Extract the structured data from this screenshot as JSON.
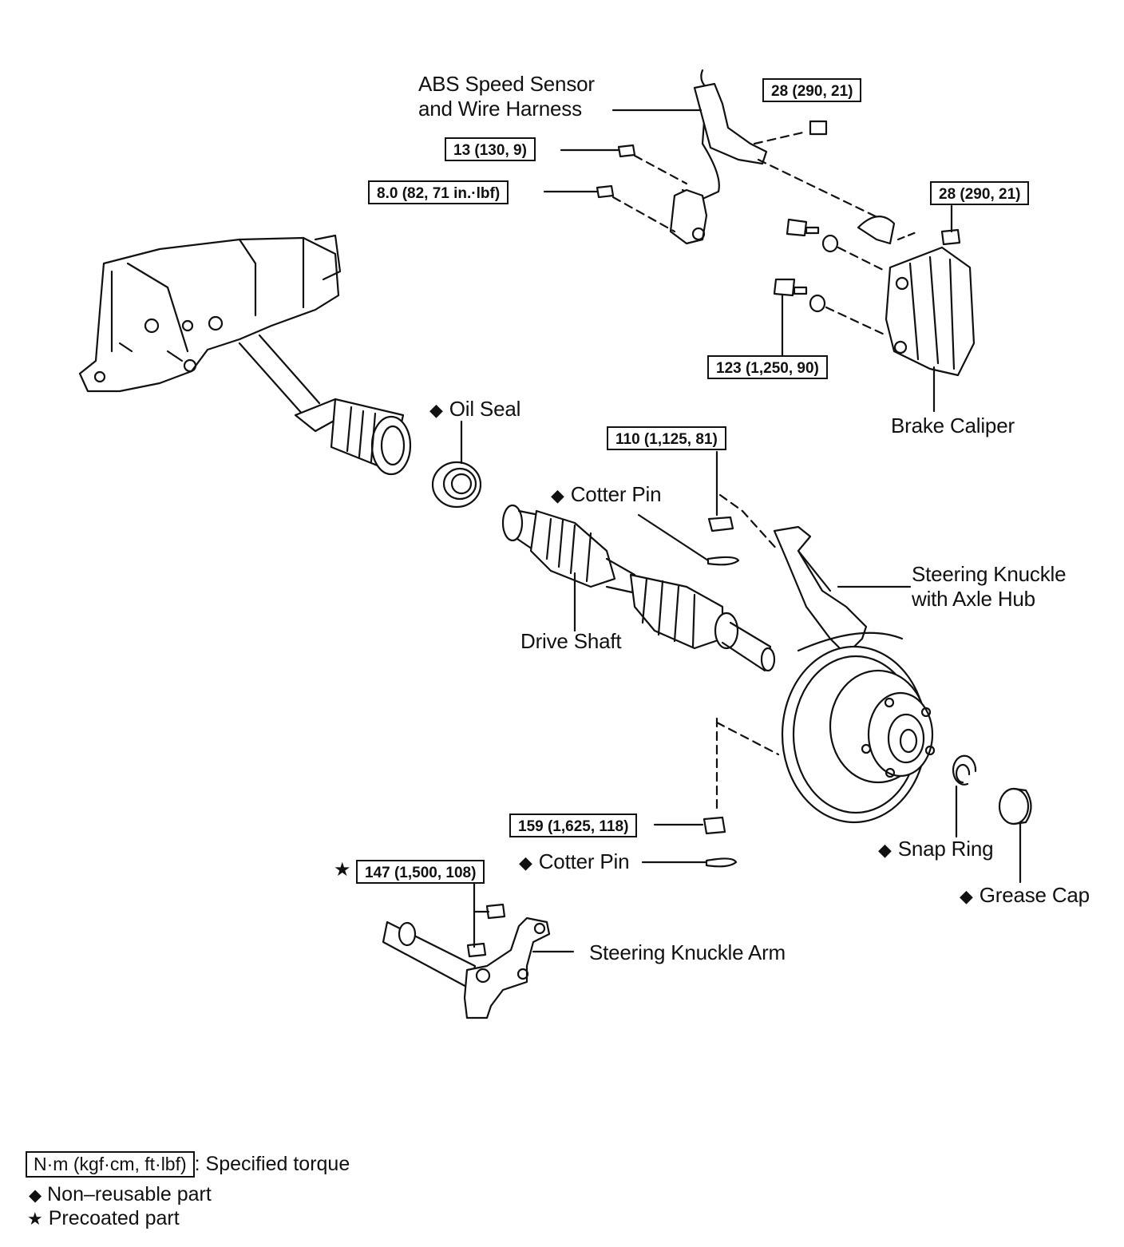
{
  "labels": {
    "abs_sensor_1": "ABS Speed Sensor",
    "abs_sensor_2": "and Wire Harness",
    "oil_seal": "Oil Seal",
    "cotter_pin_upper": "Cotter Pin",
    "cotter_pin_lower": "Cotter Pin",
    "drive_shaft": "Drive Shaft",
    "brake_caliper": "Brake Caliper",
    "steering_knuckle_1": "Steering Knuckle",
    "steering_knuckle_2": "with Axle Hub",
    "snap_ring": "Snap Ring",
    "grease_cap": "Grease Cap",
    "steering_knuckle_arm": "Steering Knuckle Arm"
  },
  "torques": {
    "abs_bracket": "28 (290, 21)",
    "abs_bolt_a": "13 (130, 9)",
    "abs_bolt_b": "8.0 (82, 71 in.·lbf)",
    "caliper_tube": "28 (290, 21)",
    "caliper_bolt": "123 (1,250, 90)",
    "upper_nut": "110 (1,125, 81)",
    "lower_nut": "159 (1,625, 118)",
    "arm_bolt": "147 (1,500, 108)"
  },
  "symbols": {
    "non_reusable": "◆",
    "precoated": "★"
  },
  "legend": {
    "torque_unit": "N·m (kgf·cm, ft·lbf)",
    "torque_desc": ": Specified torque",
    "non_reusable": "Non–reusable part",
    "precoated": "Precoated part"
  }
}
